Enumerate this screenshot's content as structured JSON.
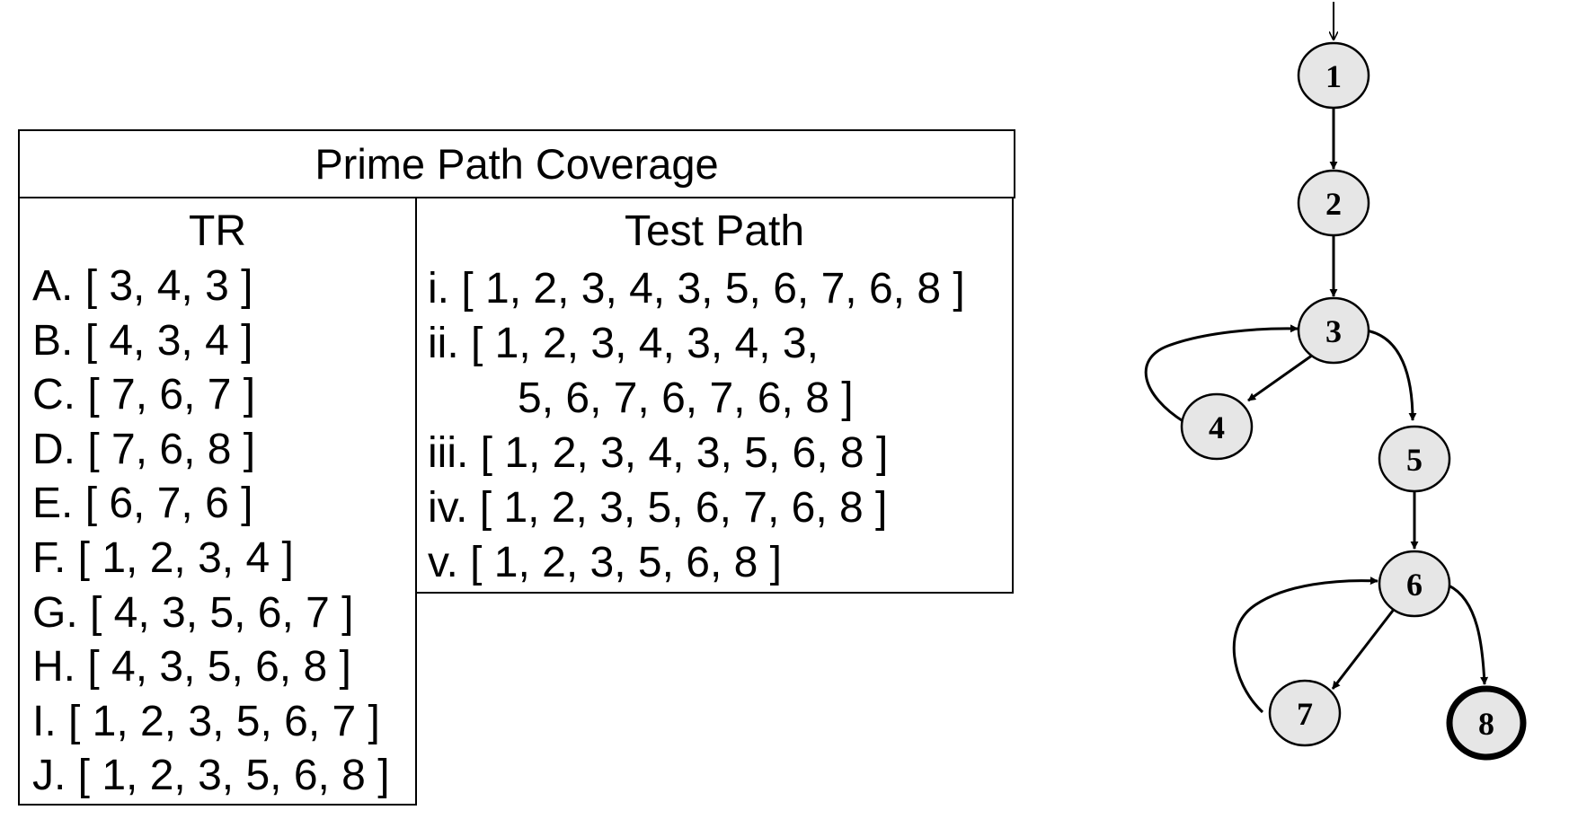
{
  "table": {
    "title": "Prime Path Coverage",
    "tr_header": "TR",
    "tp_header": "Test Path",
    "tr_items": [
      "A. [ 3, 4, 3 ]",
      "B. [ 4, 3, 4 ]",
      "C. [ 7, 6, 7 ]",
      "D. [ 7, 6, 8 ]",
      "E. [ 6, 7, 6 ]",
      "F. [ 1, 2, 3, 4 ]",
      "G. [ 4, 3, 5, 6, 7 ]",
      "H. [ 4, 3, 5, 6, 8 ]",
      "I. [ 1, 2, 3, 5, 6, 7 ]",
      "J. [ 1, 2, 3, 5, 6, 8 ]"
    ],
    "tp_items": [
      "i.  [ 1, 2, 3, 4, 3, 5, 6, 7, 6, 8 ]",
      "ii. [ 1, 2, 3, 4, 3, 4, 3,",
      "5, 6, 7, 6, 7, 6, 8 ]",
      "iii. [ 1, 2, 3, 4, 3, 5, 6, 8 ]",
      "iv. [ 1, 2, 3, 5, 6, 7, 6, 8 ]",
      "v.  [ 1, 2, 3, 5, 6, 8 ]"
    ]
  },
  "graph": {
    "nodes": [
      {
        "id": "n1",
        "label": "1",
        "final": false,
        "initial": true
      },
      {
        "id": "n2",
        "label": "2",
        "final": false,
        "initial": false
      },
      {
        "id": "n3",
        "label": "3",
        "final": false,
        "initial": false
      },
      {
        "id": "n4",
        "label": "4",
        "final": false,
        "initial": false
      },
      {
        "id": "n5",
        "label": "5",
        "final": false,
        "initial": false
      },
      {
        "id": "n6",
        "label": "6",
        "final": false,
        "initial": false
      },
      {
        "id": "n7",
        "label": "7",
        "final": false,
        "initial": false
      },
      {
        "id": "n8",
        "label": "8",
        "final": true,
        "initial": false
      }
    ],
    "edges": [
      {
        "from": "1",
        "to": "2"
      },
      {
        "from": "2",
        "to": "3"
      },
      {
        "from": "3",
        "to": "4"
      },
      {
        "from": "4",
        "to": "3"
      },
      {
        "from": "3",
        "to": "5"
      },
      {
        "from": "5",
        "to": "6"
      },
      {
        "from": "6",
        "to": "7"
      },
      {
        "from": "7",
        "to": "6"
      },
      {
        "from": "6",
        "to": "8"
      }
    ],
    "colors": {
      "node_fill": "#e6e6e6",
      "stroke": "#000000"
    }
  }
}
